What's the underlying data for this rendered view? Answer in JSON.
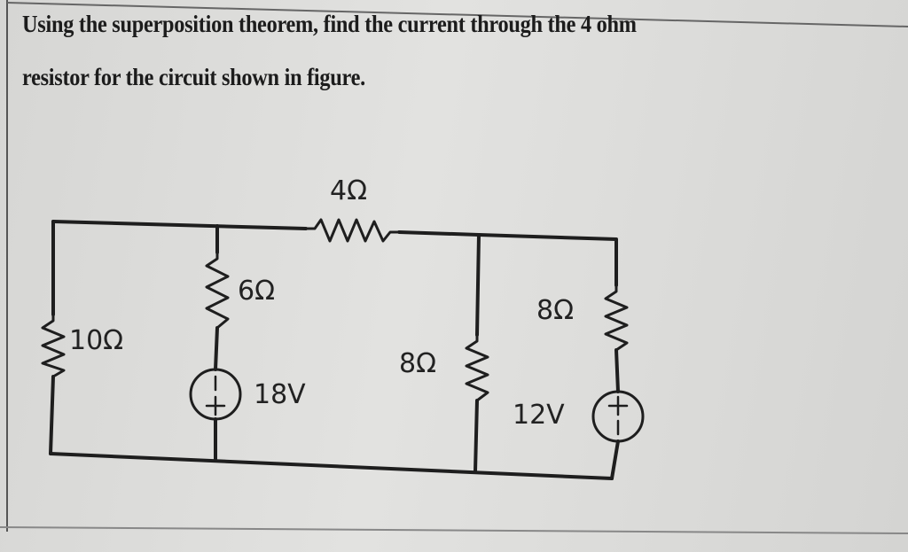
{
  "question": {
    "line1": "Using the superposition theorem, find the current through the 4 ohm",
    "line2": "resistor for the circuit shown in figure."
  },
  "circuit": {
    "r_top": "4Ω",
    "r_left": "10Ω",
    "r_branch1": "6Ω",
    "source1": "18V",
    "r_middle": "8Ω",
    "r_right": "8Ω",
    "source2": "12V",
    "plus": "+",
    "minus": "−"
  }
}
